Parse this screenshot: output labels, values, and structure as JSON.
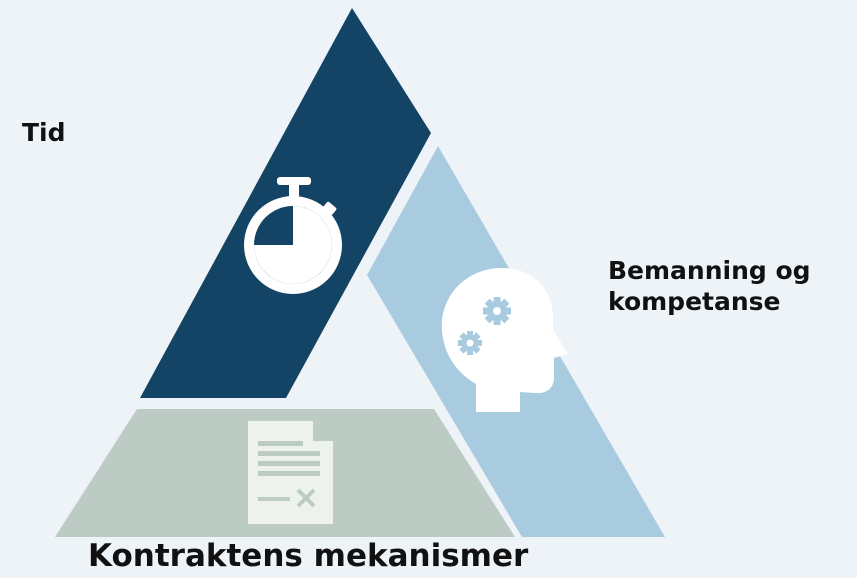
{
  "labels": {
    "time": "Tid",
    "staffing_line1": "Bemanning og",
    "staffing_line2": "kompetanse",
    "contract": "Kontraktens mekanismer"
  },
  "colors": {
    "background": "#eef3f8",
    "time_segment": "#134466",
    "staffing_segment": "#a9cbe0",
    "contract_segment": "#bccbc4",
    "icon": "#ffffff",
    "contract_icon": "#eef2ef"
  },
  "icons": {
    "time": "stopwatch-icon",
    "staffing": "head-gears-icon",
    "contract": "contract-document-icon"
  }
}
